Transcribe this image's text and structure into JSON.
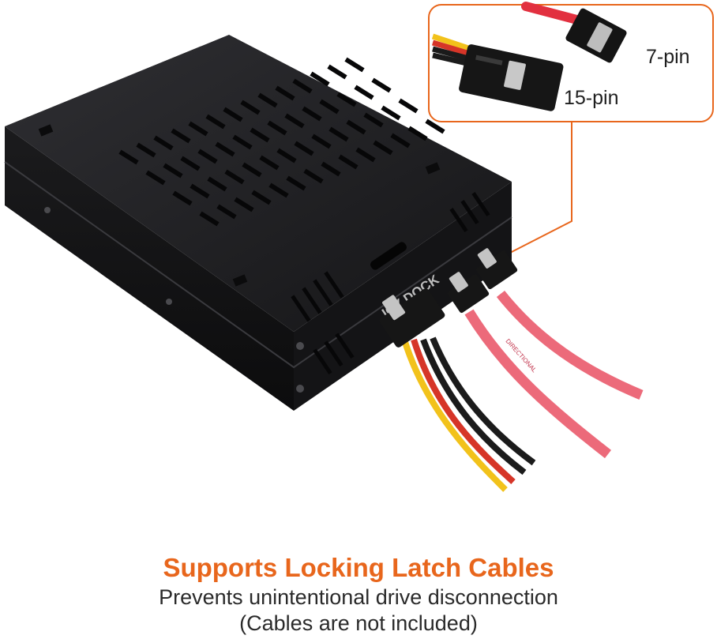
{
  "inset": {
    "label_7pin": "7-pin",
    "label_15pin": "15-pin",
    "accent_color": "#e8661c"
  },
  "product": {
    "brand_mark": "ICY DOCK",
    "body_color": "#1c1c1e"
  },
  "cable_print": "DIRECTIONAL",
  "caption": {
    "headline": "Supports Locking Latch Cables",
    "line1": "Prevents unintentional drive disconnection",
    "line2": "(Cables are not included)"
  }
}
